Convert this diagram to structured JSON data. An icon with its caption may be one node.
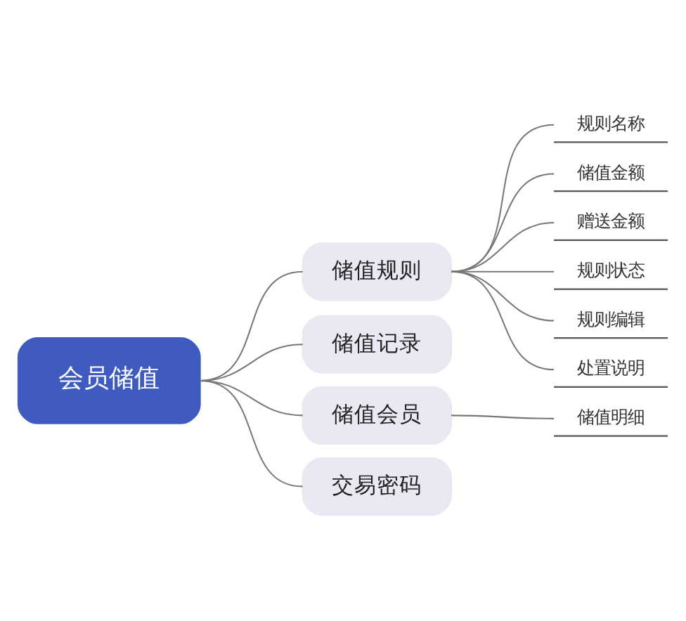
{
  "diagram": {
    "nodes": [
      {
        "text": [
          "会员储值"
        ]
      },
      {
        "text": [
          "储值规则"
        ]
      },
      {
        "text": [
          "规则名称"
        ]
      },
      {
        "text": [
          "储值金额"
        ]
      },
      {
        "text": [
          "赠送金额"
        ]
      },
      {
        "text": [
          "规则状态"
        ]
      },
      {
        "text": [
          "规则编辑"
        ]
      },
      {
        "text": [
          "处置说明"
        ]
      },
      {
        "text": [
          "储值记录"
        ]
      },
      {
        "text": [
          "储值会员"
        ]
      },
      {
        "text": [
          "储值明细"
        ]
      },
      {
        "text": [
          "交易密码"
        ]
      }
    ],
    "edges": [
      {
        "from": 0,
        "to": 1,
        "arrow": "none"
      },
      {
        "from": 1,
        "to": 2,
        "arrow": "none"
      },
      {
        "from": 1,
        "to": 3,
        "arrow": "none"
      },
      {
        "from": 1,
        "to": 4,
        "arrow": "none"
      },
      {
        "from": 1,
        "to": 5,
        "arrow": "none"
      },
      {
        "from": 1,
        "to": 6,
        "arrow": "none"
      },
      {
        "from": 1,
        "to": 7,
        "arrow": "none"
      },
      {
        "from": 0,
        "to": 8,
        "arrow": "none"
      },
      {
        "from": 0,
        "to": 9,
        "arrow": "none"
      },
      {
        "from": 9,
        "to": 10,
        "arrow": "none"
      },
      {
        "from": 0,
        "to": 11,
        "arrow": "none"
      }
    ]
  }
}
